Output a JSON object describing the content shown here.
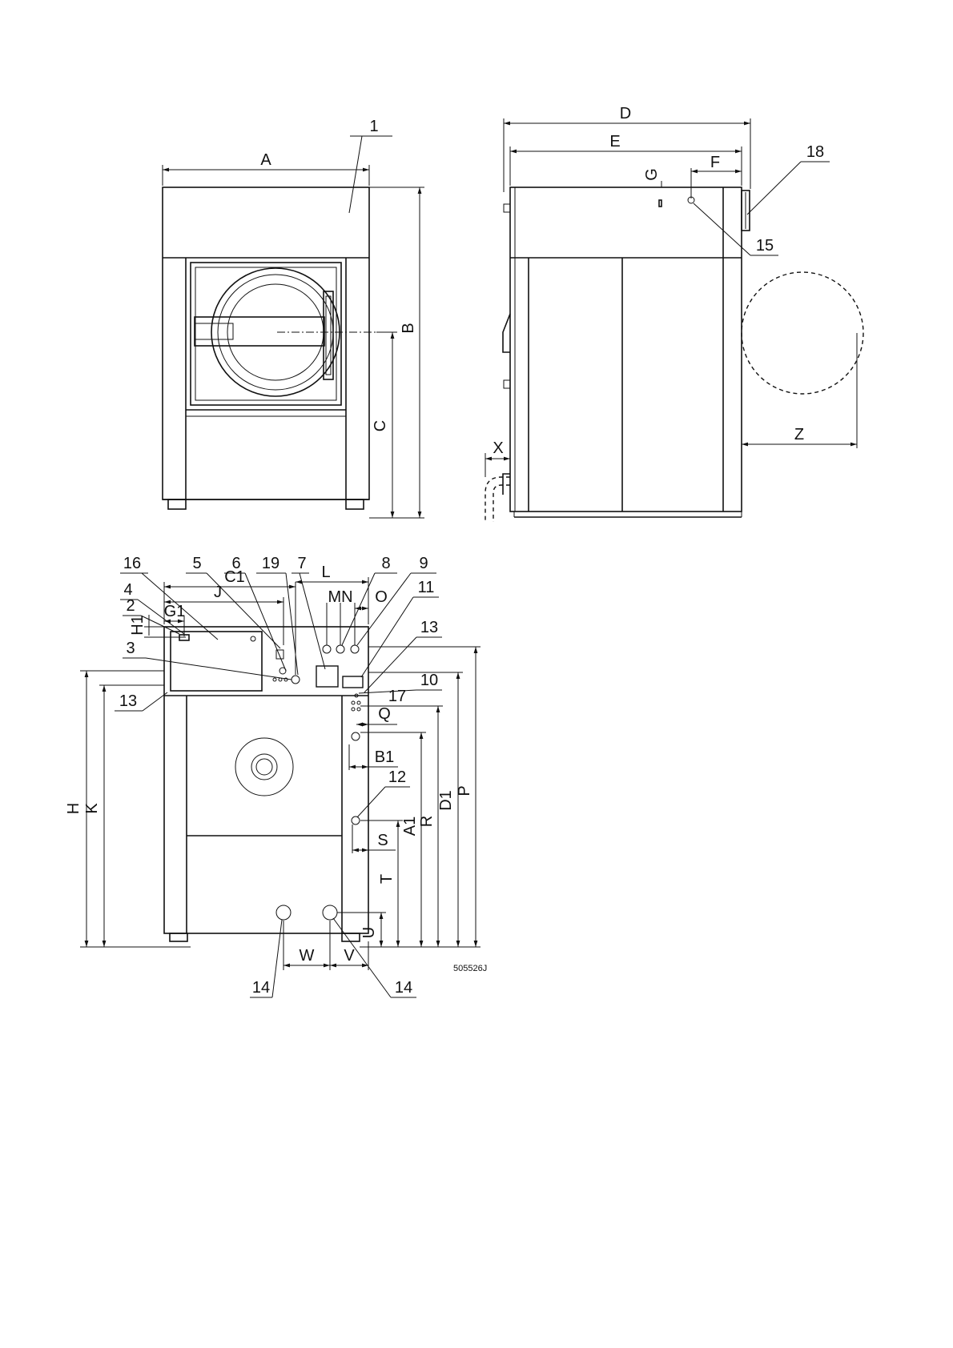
{
  "drawing_code": "505526J",
  "front_view": {
    "dimensions": {
      "width": "A",
      "height": "B",
      "door_center_height": "C"
    },
    "callouts": {
      "top_panel": "1"
    }
  },
  "side_view": {
    "dimensions": {
      "depth_total": "D",
      "depth_body": "E",
      "f": "F",
      "g": "G",
      "x": "X",
      "z": "Z"
    },
    "callouts": {
      "rear_item": "18",
      "top_connection": "15"
    }
  },
  "rear_view": {
    "dimensions": {
      "h": "H",
      "k": "K",
      "g1": "G1",
      "h1": "H1",
      "j": "J",
      "c1": "C1",
      "l": "L",
      "mn": "MN",
      "o": "O",
      "q": "Q",
      "b1": "B1",
      "s": "S",
      "d1": "D1",
      "p": "P",
      "a1": "A1",
      "r": "R",
      "t": "T",
      "u": "U",
      "w": "W",
      "v": "V"
    },
    "callouts": {
      "c16": "16",
      "c5": "5",
      "c6": "6",
      "c19": "19",
      "c7": "7",
      "c8": "8",
      "c9": "9",
      "c11": "11",
      "c13a": "13",
      "c10": "10",
      "c17": "17",
      "c12": "12",
      "c4": "4",
      "c2": "2",
      "c3": "3",
      "c13b": "13",
      "c14a": "14",
      "c14b": "14"
    }
  }
}
